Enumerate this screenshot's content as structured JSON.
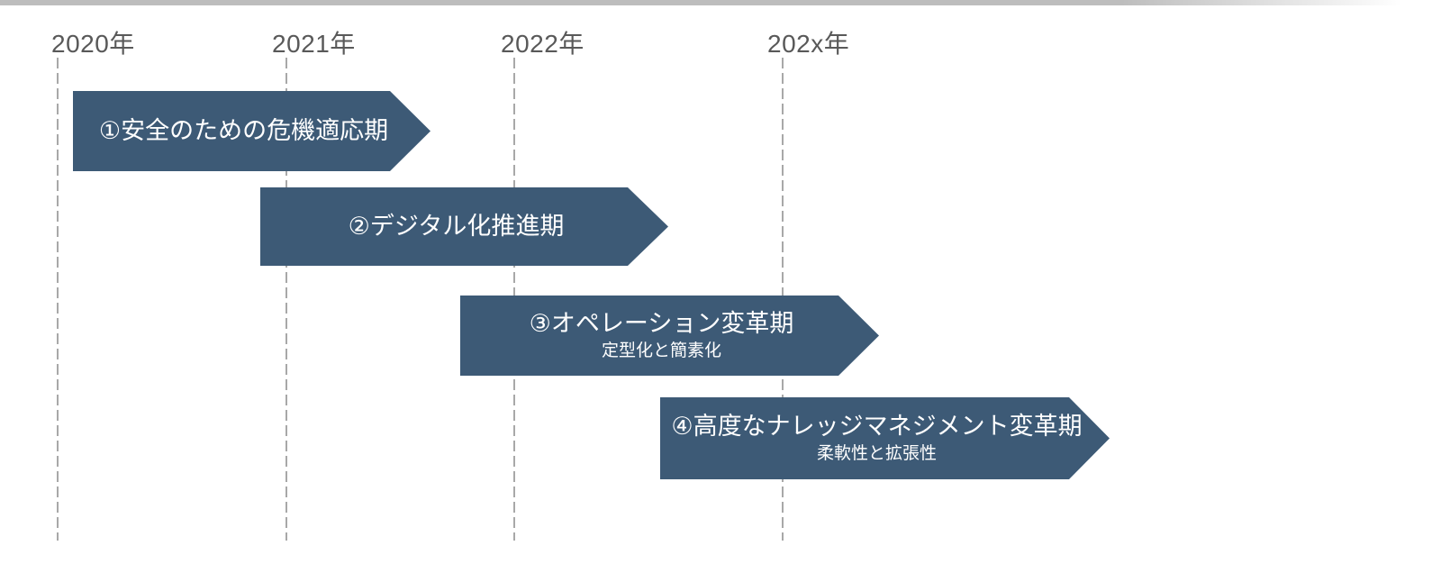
{
  "diagram": {
    "type": "timeline-roadmap",
    "colors": {
      "arrow_fill": "#3d5a76",
      "year_text": "#595959",
      "gridline": "#a8a8a8",
      "top_bar": "#bdbdbd",
      "phase_text": "#ffffff",
      "background": "#ffffff"
    },
    "years": [
      {
        "label": "2020年"
      },
      {
        "label": "2021年"
      },
      {
        "label": "2022年"
      },
      {
        "label": "202x年"
      }
    ],
    "phases": [
      {
        "title": "①安全のための危機適応期",
        "subtitle": ""
      },
      {
        "title": "②デジタル化推進期",
        "subtitle": ""
      },
      {
        "title": "③オペレーション変革期",
        "subtitle": "定型化と簡素化"
      },
      {
        "title": "④高度なナレッジマネジメント変革期",
        "subtitle": "柔軟性と拡張性"
      }
    ]
  }
}
